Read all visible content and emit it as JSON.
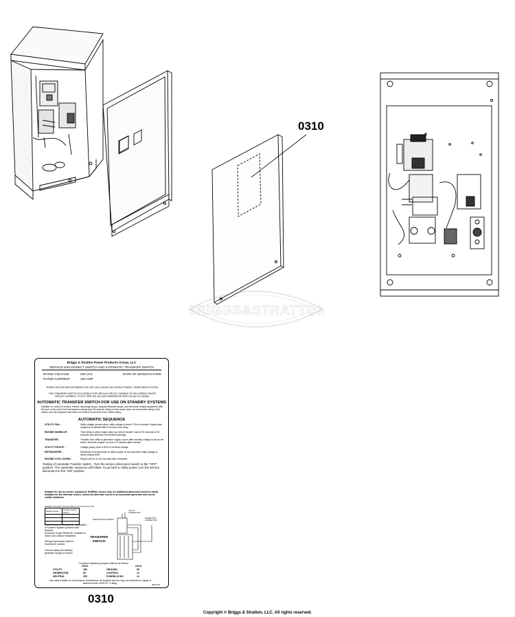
{
  "callouts": {
    "cover_part": "0310",
    "label_part": "0310"
  },
  "watermark": {
    "text": "BRIGGS&STRATTON"
  },
  "footer": {
    "copyright": "Copyright © Briggs & Stratton, LLC. All rights reserved."
  },
  "label": {
    "company": "Briggs & Stratton Power Products Group, LLC",
    "title": "SERVICE DISCONNECT SWITCH AND AUTOMATIC TRANSFER SWITCH",
    "rated_voltage_label": "RATED VOLTAGE",
    "rated_voltage_value": "250 VAC",
    "rated_current_label": "RATED CURRENT",
    "rated_current_value": "150 AMP",
    "date_label": "DATE OF MANUFACTURE",
    "devices_note": "THESE DEVICES ARE INTENDED FOR USE ON A 120/240 VAC SINGLE PHASE, THREE WIRE SYSTEM.",
    "circuit_note": "THIS TRANSFER SWITCH IS SUITABLE FOR USE IN A CIRCUIT CAPABLE OF DELIVERING SHORT CIRCUIT CURRENT, UTILITY SIDE 22K AIC AND GENERATOR SIDE 10K AIC AT 240VAC.",
    "standby_heading": "AUTOMATIC TRANSFER SWITCH FOR USE ON STANDBY SYSTEMS",
    "standby_text": "Suitable for control of motors, electric discharge lamps, tungsten filament lamps, and electrical heating equipment with the sum of the motor full load ampere ratings and the ampere rating of other loads does not exceed the rating of the switch, and the tungsten load does not exceed 30 percent of the switch rating.",
    "sequence_heading": "AUTOMATIC SEQUENCE",
    "sequence": [
      {
        "term": "UTILITY FAIL -",
        "desc": "Utility voltage sensed when utility voltage is below 70% of nominal. Engine start sequence is initiated after 6 second time delay."
      },
      {
        "term": "ENGINE WARM-UP -",
        "desc": "Time delay to allow engine warm-up before transfer load at 30 seconds or 50 seconds with optional cold weather package."
      },
      {
        "term": "TRANSFER -",
        "desc": "Transfer from utility to generator supply occurs after standby voltage is above set levels. Minimum engine run time is 5 minutes after transfer."
      },
      {
        "term": "UTILITY PICKUP -",
        "desc": "Voltage pickup level is 80% of nominal voltage."
      },
      {
        "term": "RETRANSFER -",
        "desc": "Retransfer from generator to utility supply 10 seconds after utility voltage is above pickup level."
      },
      {
        "term": "ENGINE COOL DOWN -",
        "desc": "Engine will run for 60 seconds after retransfer."
      }
    ],
    "testing_text": "Testing of Automatic Transfer Switch - Turn the service disconnect switch to the \"OFF\" position. The automatic sequence will follow. To go back to utility power, turn the service disconnect to the \"ON\" position.",
    "service_note": "Suitable for use as service equipment- NORMAL source only. An additional disconnect must be readily available for the alternate source, unless the alternate source is an accessible generator and can be readily shutdown.",
    "accessory_caption": "Suitable Generator Service Disconnect Accessory Kits",
    "accessory_table": [
      [
        "Model Number",
        "Transfer Switch Series"
      ],
      [
        "",
        ""
      ],
      [
        "",
        ""
      ],
      [
        "",
        ""
      ]
    ],
    "consult_text": "Consult Owners Manuals for explanation of Transfer System operation and features.",
    "enclosure_text": "Enclosure is type NEMA 3R, suitable for indoor and outdoor installation.",
    "wiring_text": "Wiring to generator must be enclosed in conduit.",
    "connect_text": "Connect utility and standby generator supply as shown",
    "diagram_title": "TRANSFER SWITCH",
    "diagram_labels": [
      "SERVICE DISCONNECT",
      "UTILITY CONNECTION",
      "GENERATOR CONNECTION"
    ],
    "torque_heading": "Connector tightening torques shall be as follows:",
    "torque_units": "LB IN.",
    "torque_left": [
      {
        "name": "UTILITY",
        "value": "250"
      },
      {
        "name": "GENERATOR",
        "value": "50"
      },
      {
        "name": "NEUTRAL",
        "value": "250"
      }
    ],
    "torque_right": [
      {
        "name": "GROUND",
        "value": "50"
      },
      {
        "name": "CONTROL",
        "value": "12"
      },
      {
        "name": "FUSEBLOCKS",
        "value": "12"
      }
    ],
    "inhibitor_text": "Use cable inhibitor on all aluminum terminations. All terminal and box lugs are suitable for copper or aluminum wire of 60/75° C rating.",
    "part_code": "8001783"
  }
}
